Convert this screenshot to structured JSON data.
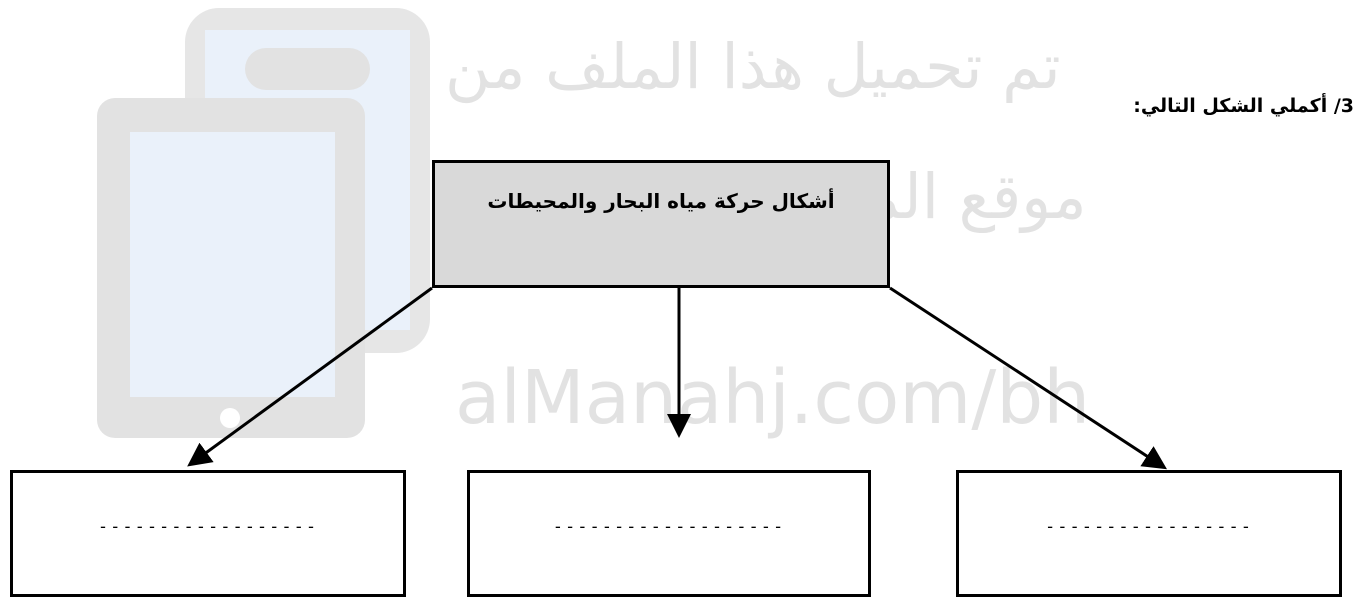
{
  "watermark": {
    "line1": "تم تحميل هذا الملف من",
    "line2": "موقع المناهج البحرينية",
    "line3": "alManahj.com/bh"
  },
  "question": {
    "label": "3/ أكملي الشكل التالي:"
  },
  "diagram": {
    "center_text": "أشكال حركة مياه البحار والمحيطات",
    "answers": [
      {
        "placeholder": "------------------"
      },
      {
        "placeholder": "-------------------"
      },
      {
        "placeholder": "-----------------"
      }
    ],
    "colors": {
      "center_fill": "#d9d9d9",
      "border": "#000000",
      "watermark": "#e2e2e2"
    }
  }
}
